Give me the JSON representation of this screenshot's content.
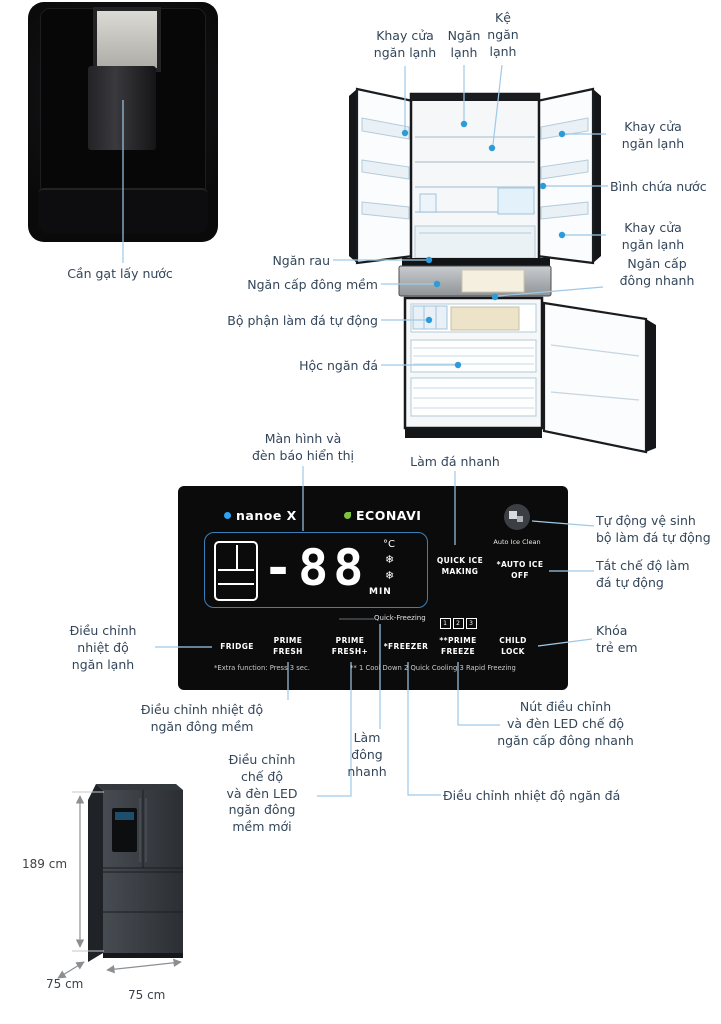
{
  "colors": {
    "accent_blue": "#2d9bd8",
    "line_blue": "#9ec9e8",
    "label_text": "#33465a",
    "panel_bg": "#0b0b0c"
  },
  "callouts": {
    "can_gat": "Cần gạt lấy nước",
    "khay_cua_trai": "Khay cửa\nngăn lạnh",
    "ngan_lanh": "Ngăn\nlạnh",
    "ke_ngan_lanh": "Kệ\nngăn\nlạnh",
    "khay_cua_phai_tren": "Khay cửa\nngăn lạnh",
    "binh_chua_nuoc": "Bình chứa nước",
    "khay_cua_phai_duoi": "Khay cửa\nngăn lạnh",
    "ngan_rau": "Ngăn rau",
    "ngan_cap_dong_mem": "Ngăn cấp đông mềm",
    "bo_phan_lam_da": "Bộ phận làm đá tự động",
    "hoc_ngan_da": "Hộc ngăn đá",
    "ngan_cap_dong_nhanh": "Ngăn cấp\nđông nhanh",
    "man_hinh": "Màn hình và\nđèn báo hiển thị",
    "lam_da_nhanh": "Làm đá nhanh",
    "tu_dong_ve_sinh": "Tự động vệ sinh\nbộ làm đá tự động",
    "tat_che_do": "Tắt chế độ làm\nđá tự động",
    "khoa_tre_em": "Khóa\ntrẻ em",
    "dieu_chinh_ngan_lanh": "Điều chỉnh\nnhiệt độ\nngăn lạnh",
    "dieu_chinh_dong_mem": "Điều chỉnh nhiệt độ\nngăn đông mềm",
    "dieu_chinh_che_do": "Điều chỉnh\nchế độ\nvà đèn LED\nngăn đông\nmềm mới",
    "lam_dong_nhanh": "Làm\nđông\nnhanh",
    "nut_dieu_chinh": "Nút điều chỉnh\nvà đèn LED chế độ\nngăn cấp đông nhanh",
    "dieu_chinh_ngan_da": "Điều chỉnh nhiệt độ ngăn đá"
  },
  "panel": {
    "nanoe": "nanoe X",
    "econavi": "ECONAVI",
    "display_value": "-88",
    "deg_c": "°C",
    "snowflake": "❄",
    "min": "MIN",
    "quick_ice": "QUICK ICE\nMAKING",
    "auto_ice_clean": "Auto Ice Clean",
    "auto_ice_off": "*AUTO ICE\nOFF",
    "quick_freezing": "Quick-Freezing",
    "buttons": {
      "fridge": "FRIDGE",
      "prime_fresh": "PRIME\nFRESH",
      "prime_fresh_plus": "PRIME\nFRESH+",
      "freezer": "*FREEZER",
      "prime_freeze": "**PRIME\nFREEZE",
      "child_lock": "CHILD\nLOCK"
    },
    "levels": [
      "1",
      "2",
      "3"
    ],
    "footnote_left": "*Extra function: Press 3 sec.",
    "footnote_right": "** 1 Cool Down   2 Quick Cooling   3 Rapid Freezing"
  },
  "dimensions": {
    "height": "189 cm",
    "depth": "75 cm",
    "width": "75 cm"
  }
}
